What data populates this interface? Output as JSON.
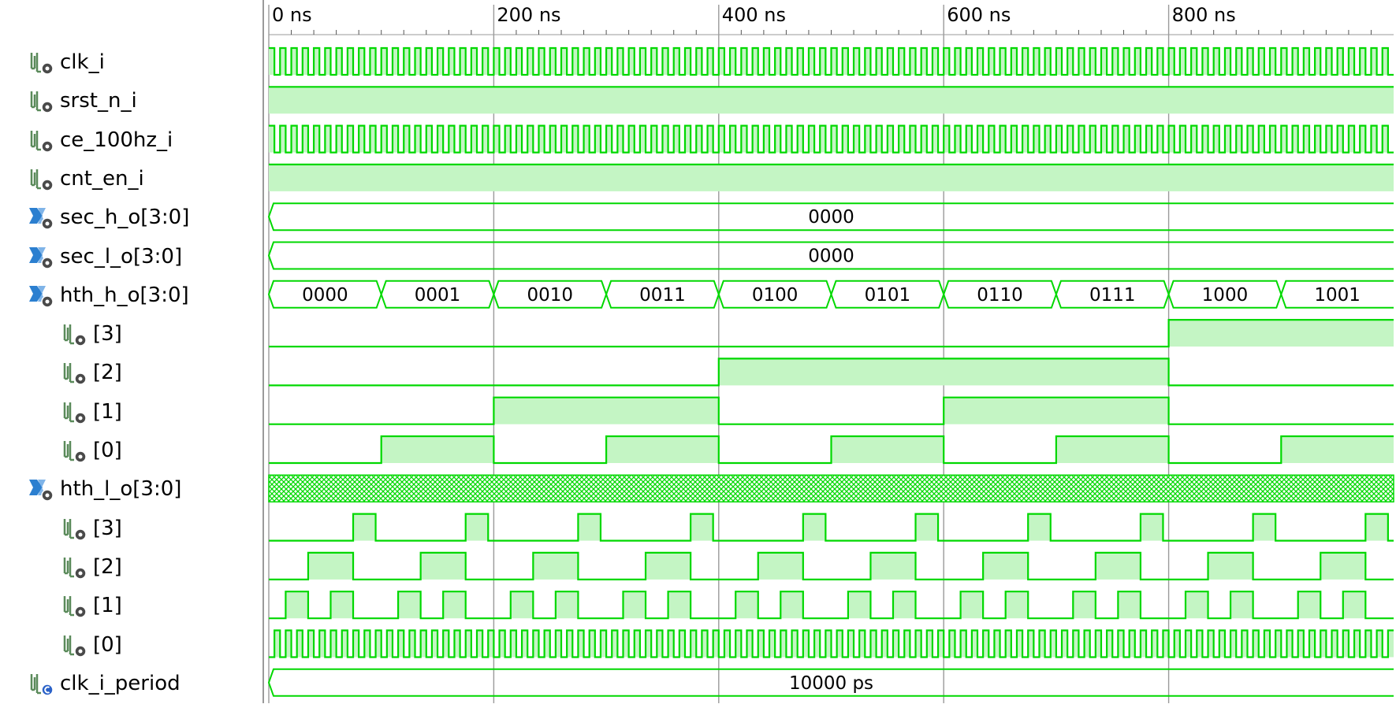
{
  "timeline": {
    "unit": "ns",
    "end": 1000,
    "major_ticks": [
      {
        "t": 0,
        "label": "0 ns"
      },
      {
        "t": 200,
        "label": "200 ns"
      },
      {
        "t": 400,
        "label": "400 ns"
      },
      {
        "t": 600,
        "label": "600 ns"
      },
      {
        "t": 800,
        "label": "800 ns"
      }
    ],
    "minor_step": 20
  },
  "colors": {
    "waveform": "#00d800",
    "high_fill": "#c4f5c4",
    "grid": "#9a9a9a",
    "text": "#000000",
    "background": "#ffffff",
    "icon_signal": "#5a8a5a",
    "icon_bus": "#2b7fd0",
    "badge_blue": "#2b62c8"
  },
  "signals": [
    {
      "name": "clk_i",
      "icon": "scalar-signal-icon",
      "kind": "clock",
      "period": 10,
      "duty": 0.5
    },
    {
      "name": "srst_n_i",
      "icon": "scalar-signal-icon",
      "kind": "high"
    },
    {
      "name": "ce_100hz_i",
      "icon": "scalar-signal-icon",
      "kind": "clock",
      "period": 10,
      "duty": 0.5
    },
    {
      "name": "cnt_en_i",
      "icon": "scalar-signal-icon",
      "kind": "high"
    },
    {
      "name": "sec_h_o[3:0]",
      "icon": "bus-signal-icon",
      "kind": "bus",
      "segments": [
        {
          "from": 0,
          "to": 1000,
          "value": "0000"
        }
      ]
    },
    {
      "name": "sec_l_o[3:0]",
      "icon": "bus-signal-icon",
      "kind": "bus",
      "segments": [
        {
          "from": 0,
          "to": 1000,
          "value": "0000"
        }
      ]
    },
    {
      "name": "hth_h_o[3:0]",
      "icon": "bus-signal-icon",
      "kind": "bus",
      "segments": [
        {
          "from": 0,
          "to": 100,
          "value": "0000"
        },
        {
          "from": 100,
          "to": 200,
          "value": "0001"
        },
        {
          "from": 200,
          "to": 300,
          "value": "0010"
        },
        {
          "from": 300,
          "to": 400,
          "value": "0011"
        },
        {
          "from": 400,
          "to": 500,
          "value": "0100"
        },
        {
          "from": 500,
          "to": 600,
          "value": "0101"
        },
        {
          "from": 600,
          "to": 700,
          "value": "0110"
        },
        {
          "from": 700,
          "to": 800,
          "value": "0111"
        },
        {
          "from": 800,
          "to": 900,
          "value": "1000"
        },
        {
          "from": 900,
          "to": 1000,
          "value": "1001"
        }
      ]
    },
    {
      "name": "[3]",
      "icon": "scalar-signal-icon",
      "kind": "digital",
      "indent": true,
      "highs": [
        [
          800,
          1000
        ]
      ]
    },
    {
      "name": "[2]",
      "icon": "scalar-signal-icon",
      "kind": "digital",
      "indent": true,
      "highs": [
        [
          400,
          800
        ]
      ]
    },
    {
      "name": "[1]",
      "icon": "scalar-signal-icon",
      "kind": "digital",
      "indent": true,
      "highs": [
        [
          200,
          400
        ],
        [
          600,
          800
        ]
      ]
    },
    {
      "name": "[0]",
      "icon": "scalar-signal-icon",
      "kind": "digital",
      "indent": true,
      "highs": [
        [
          100,
          200
        ],
        [
          300,
          400
        ],
        [
          500,
          600
        ],
        [
          700,
          800
        ],
        [
          900,
          1000
        ]
      ]
    },
    {
      "name": "hth_l_o[3:0]",
      "icon": "bus-signal-icon",
      "kind": "hatched"
    },
    {
      "name": "[3]",
      "icon": "scalar-signal-icon",
      "kind": "digital",
      "indent": true,
      "highs": [
        [
          75,
          95
        ],
        [
          175,
          195
        ],
        [
          275,
          295
        ],
        [
          375,
          395
        ],
        [
          475,
          495
        ],
        [
          575,
          595
        ],
        [
          675,
          695
        ],
        [
          775,
          795
        ],
        [
          875,
          895
        ],
        [
          975,
          995
        ]
      ]
    },
    {
      "name": "[2]",
      "icon": "scalar-signal-icon",
      "kind": "digital",
      "indent": true,
      "highs": [
        [
          35,
          75
        ],
        [
          135,
          175
        ],
        [
          235,
          275
        ],
        [
          335,
          375
        ],
        [
          435,
          475
        ],
        [
          535,
          575
        ],
        [
          635,
          675
        ],
        [
          735,
          775
        ],
        [
          835,
          875
        ],
        [
          935,
          975
        ]
      ]
    },
    {
      "name": "[1]",
      "icon": "scalar-signal-icon",
      "kind": "digital",
      "indent": true,
      "highs": [
        [
          15,
          35
        ],
        [
          55,
          75
        ],
        [
          115,
          135
        ],
        [
          155,
          175
        ],
        [
          215,
          235
        ],
        [
          255,
          275
        ],
        [
          315,
          335
        ],
        [
          355,
          375
        ],
        [
          415,
          435
        ],
        [
          455,
          475
        ],
        [
          515,
          535
        ],
        [
          555,
          575
        ],
        [
          615,
          635
        ],
        [
          655,
          675
        ],
        [
          715,
          735
        ],
        [
          755,
          775
        ],
        [
          815,
          835
        ],
        [
          855,
          875
        ],
        [
          915,
          935
        ],
        [
          955,
          975
        ]
      ]
    },
    {
      "name": "[0]",
      "icon": "scalar-signal-icon",
      "kind": "clock",
      "indent": true,
      "period": 10,
      "duty": 0.5,
      "phase": 5
    },
    {
      "name": "clk_i_period",
      "icon": "constant-signal-icon",
      "kind": "bus",
      "segments": [
        {
          "from": 0,
          "to": 1000,
          "value": "10000 ps"
        }
      ]
    }
  ]
}
